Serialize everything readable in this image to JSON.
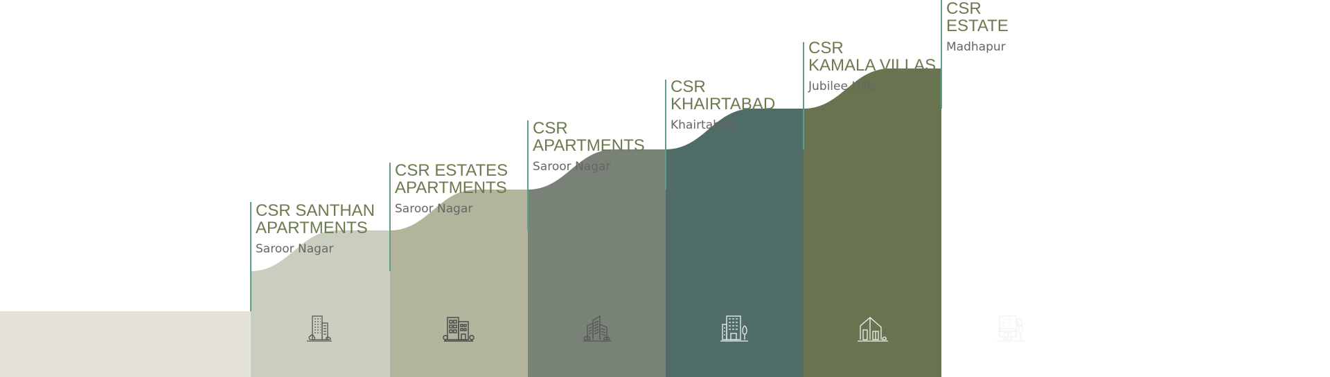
{
  "colors": {
    "marker": "#5f9c8a",
    "title_text": "#6b7a4f",
    "location_text": "#666666",
    "icon_dark": "#555555",
    "icon_light": "#f2f2f2"
  },
  "steps": [
    {
      "title_lines": [
        "CSR SANTHAN",
        "APARTMENTS"
      ],
      "location": "Saroor Nagar",
      "fill": "#e5e2d9",
      "icon": "building-icon"
    },
    {
      "title_lines": [
        "CSR ESTATES",
        "APARTMENTS"
      ],
      "location": "Saroor Nagar",
      "fill": "#c9cebf",
      "icon": "apartment-block-icon"
    },
    {
      "title_lines": [
        "CSR",
        "APARTMENTS"
      ],
      "location": "Saroor Nagar",
      "fill": "#b3b49c",
      "icon": "skyscrapers-icon"
    },
    {
      "title_lines": [
        "CSR",
        "KHAIRTABAD"
      ],
      "location": "Khairtabad",
      "fill": "#798276",
      "icon": "office-tree-icon"
    },
    {
      "title_lines": [
        "CSR",
        "KAMALA VILLAS"
      ],
      "location": "Jubilee Hills",
      "fill": "#506c66",
      "icon": "villa-icon"
    },
    {
      "title_lines": [
        "CSR",
        "ESTATE"
      ],
      "location": "Madhapur",
      "fill": "#67744f",
      "icon": "estate-tree-icon"
    }
  ]
}
